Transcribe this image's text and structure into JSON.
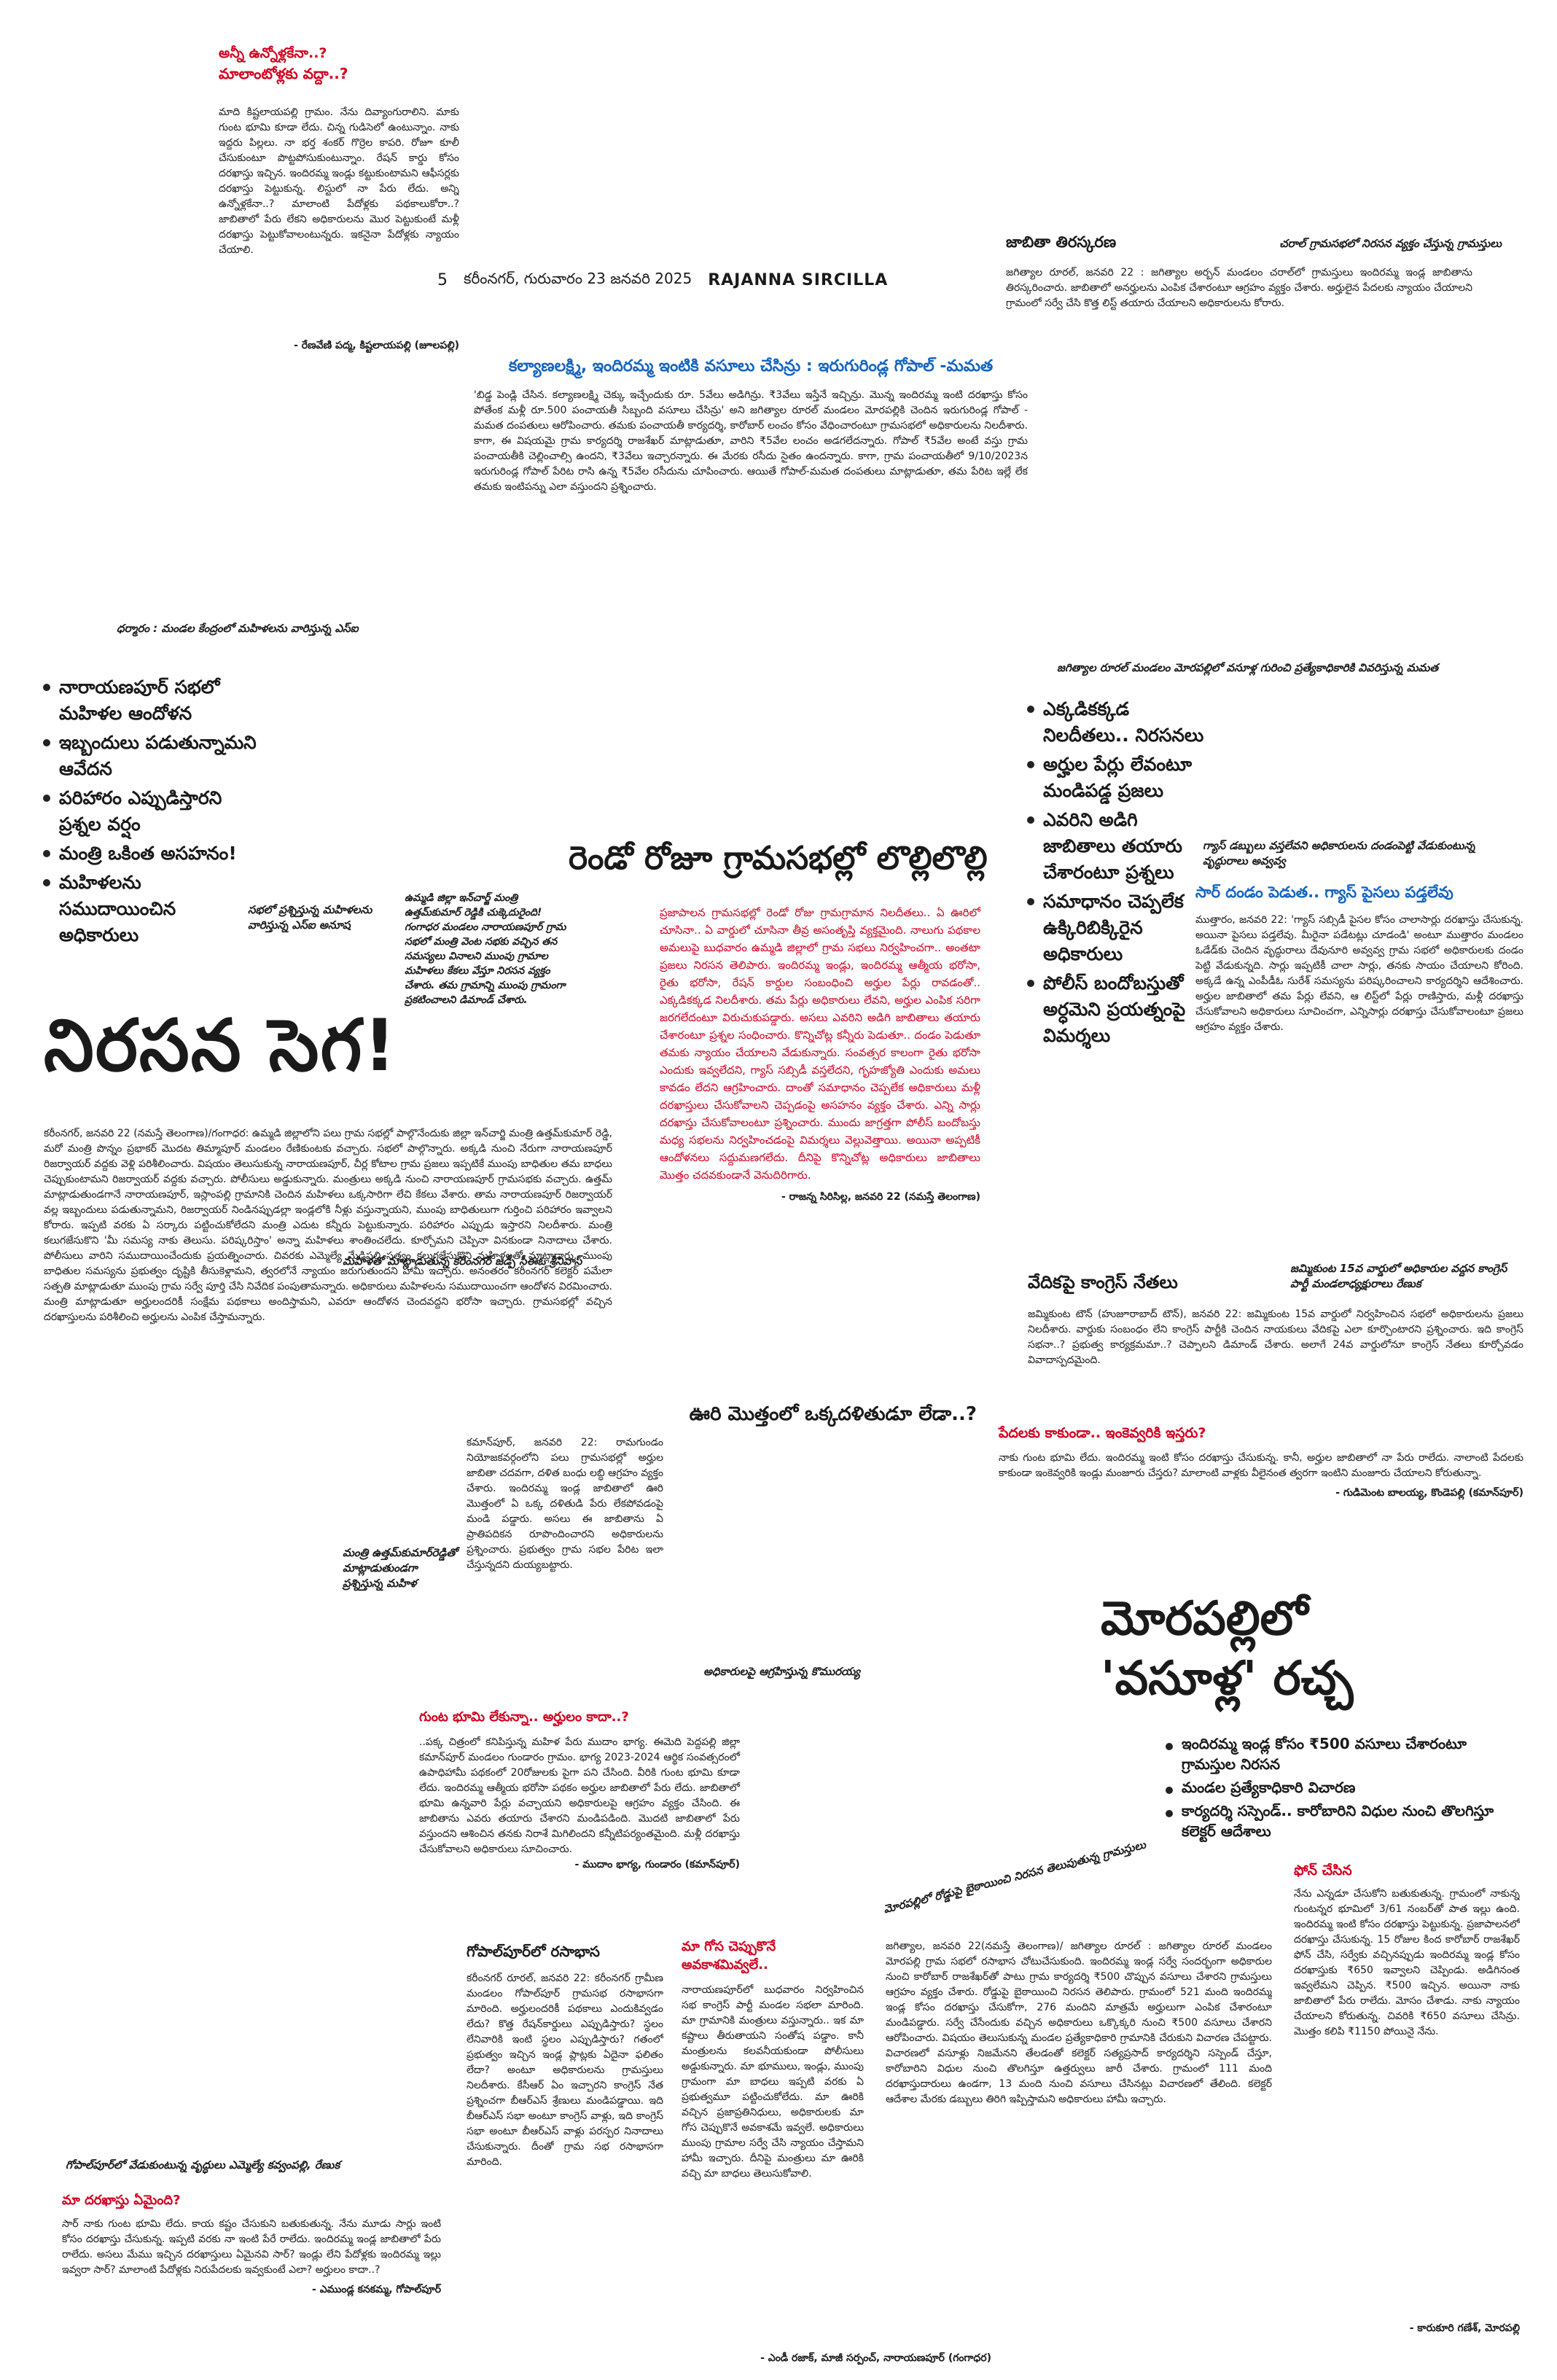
{
  "masthead": {
    "page_no": "5",
    "dateline": "కరీంనగర్, గురువారం 23 జనవరి 2025",
    "edition": "RAJANNA SIRCILLA"
  },
  "topleft": {
    "kicker": "అన్నీ ఉన్నోళ్లకేనా..?",
    "title": "మాలాంటోళ్లకు వద్దా..?",
    "body": "మాది కిష్టలాయపల్లి గ్రామం. నేను దివ్యాంగురాలిని. మాకు గుంట భూమి కూడా లేదు. చిన్న గుడిసెలో ఉంటున్నాం. నాకు ఇద్దరు పిల్లలు. నా భర్త శంకర్ గొర్రెల కాపరి. రోజూ కూలీ చేసుకుంటూ పొట్టపోసుకుంటున్నాం. రేషన్ కార్డు కోసం దరఖాస్తు ఇచ్చిన. ఇందిరమ్మ ఇండ్లు కట్టుకుంటామని ఆఫీసర్లకు దరఖాస్తు పెట్టుకున్న. లిస్టులో నా పేరు లేదు. అన్ని ఉన్నోళ్లకేనా..? మాలాంటి పేదోళ్లకు పథకాలుకోరా..? జాబితాలో పేరు లేకని అధికారులను మొర పెట్టుకుంటే మళ్లీ దరఖాస్తు పెట్టుకోవాలంటున్నరు. ఇకనైనా పేదోళ్లకు న్యాయం చేయాలి.",
    "byline": "- రేణవేణి పద్మ, కిష్టలాయపల్లి (జూలపల్లి)"
  },
  "topright": {
    "kicker": "జాబితా తిరస్కరణ",
    "caption": "చరాల్ గ్రామసభలో నిరసన వ్యక్తం చేస్తున్న గ్రామస్తులు",
    "body": "జగిత్యాల రూరల్, జనవరి 22 : జగిత్యాల అర్బన్ మండలం చరాల్‌లో గ్రామస్తులు ఇందిరమ్మ ఇండ్ల జాబితాను తిరస్కరించారు. జాబితాలో అనర్హులను ఎంపిక చేశారంటూ ఆగ్రహం వ్యక్తం చేశారు. అర్హులైన పేదలకు న్యాయం చేయాలని గ్రామంలో సర్వే చేసి కొత్త లిస్ట్ తయారు చేయాలని అధికారులను కోరారు."
  },
  "story_kalyan": {
    "headline": "కల్యాణలక్ష్మి, ఇందిరమ్మ ఇంటికి వసూలు చేసిన్రు : ఇరుగురిండ్ల గోపాల్ -మమత",
    "body": "'బిడ్డ పెండ్లి చేసిన. కల్యాణలక్ష్మి చెక్కు ఇచ్చేందుకు రూ. 5వేలు అడిగిన్రు. ₹3వేలు ఇస్తేనే ఇచ్చిన్రు. మొన్న ఇందిరమ్మ ఇంటి దరఖాస్తు కోసం పోతేంక మళ్లీ రూ.500 పంచాయతీ సిబ్బంది వసూలు చేసిన్రు' అని జగిత్యాల రూరల్ మండలం మోరపల్లికి చెందిన ఇరుగురిండ్ల గోపాల్ - మమత దంపతులు ఆరోపించారు. తమకు పంచాయతీ కార్యదర్శి, కారోబార్ లంచం కోసం వేధించారంటూ గ్రామసభలో అధికారులను నిలదీశారు. కాగా, ఈ విషయమై గ్రామ కార్యదర్శి రాజశేఖర్ మాట్లాడుతూ, వారిని ₹5వేల లంచం అడగలేదన్నారు. గోపాల్ ₹5వేల అంటే వస్తు గ్రామ పంచాయతీకి చెల్లించాల్సి ఉందని, ₹3వేలు ఇచ్చారన్నారు. ఈ మేరకు రసీదు సైతం ఉందన్నారు. కాగా, గ్రామ పంచాయతీలో 9/10/2023న ఇరుగురిండ్ల గోపాల్ పేరిట రాసి ఉన్న ₹5వేల రసీదును చూపించారు. ఆయితే గోపాల్-మమత దంపతులు మాట్లాడుతూ, తమ పేరిట ఇల్లే లేక తమకు ఇంటిపన్ను ఎలా వస్తుందని ప్రశ్నించారు."
  },
  "photo_captions": {
    "left_top": "ధర్మారం : మండల కేంద్రంలో మహిళలను వారిస్తున్న ఎస్ఐ",
    "right_top": "జగిత్యాల రూరల్ మండలం మోరపల్లిలో వసూళ్ల గురించి ప్రత్యేకాధికారికి వివరిస్తున్న మమత",
    "women_protest": "సభలో ప్రశ్నిస్తున్న మహిళలను వారిస్తున్న ఎస్ఐ అనూష",
    "minister_block": "ఉమ్మడి జిల్లా ఇన్‌చార్జ్ మంత్రి ఉత్తమ్‌కుమార్ రెడ్డికి చుక్కెదురైంది! గంగాధర మండలం నారాయణపూర్ గ్రామ సభలో మంత్రి వెంట సభకు వచ్చిన తన సమస్యలు వినాలని ముంపు గ్రామాల మహిళలు కేకలు వేస్తూ నిరసన వ్యక్తం చేశారు. తమ గ్రామాన్ని ముంపు గ్రామంగా ప్రకటించాలని డిమాండ్ చేశారు.",
    "speech": "మహిళతో మాట్లాడుతున్న కరీంనగర్ జడ్పీ సీఈఓ శ్రీనివాస్",
    "minister_women": "మంత్రి ఉత్తమ్‌కుమార్‌రెడ్డితో మాట్లాడుతుండగా ప్రశ్నిస్తున్న మహిళ",
    "officers": "అధికారులపై ఆగ్రహిస్తున్న కొమురయ్య",
    "staff_dispute": "గ్యాస్ డబ్బులు వస్తలేవని అధికారులను దండంపెట్టి వేడుకుంటున్న వృద్ధురాలు అవ్వవ్వ",
    "morapalli_photo": "మోరపల్లిలో రోడ్డుపై బైఠాయించి నిరసన తెలుపుతున్న గ్రామస్తులు",
    "gopalpur_photo": "గోపాల్‌పూర్‌లో వేడుకుంటున్న వృద్ధులు ఎమ్మెల్యే కవ్వంపల్లి, రేణుక",
    "congress_photo": "జమ్మికుంట 15వ వార్డులో అధికారుల వద్దన కాంగ్రెస్ పార్టీ మండలాధ్యక్షురాలు రేణుక"
  },
  "left_bullets": [
    "నారాయణపూర్ సభలో మహిళల ఆందోళన",
    "ఇబ్బందులు పడుతున్నామని ఆవేదన",
    "పరిహారం ఎప్పుడిస్తారని ప్రశ్నల వర్షం",
    "మంత్రి ఒకింత అసహనం!",
    "మహిళలను సముదాయించిన అధికారులు"
  ],
  "right_bullets": [
    "ఎక్కడికక్కడ నిలదీతలు.. నిరసనలు",
    "అర్హుల పేర్లు లేవంటూ మండిపడ్డ ప్రజలు",
    "ఎవరిని అడిగి జాబితాలు తయారు చేశారంటూ ప్రశ్నలు",
    "సమాధానం చెప్పలేక ఉక్కిరిబిక్కిరైన అధికారులు",
    "పోలీస్ బందోబస్తుతో అర్ధమెని ప్రయత్నంపై విమర్శలు"
  ],
  "main": {
    "banner": "రెండో రోజూ గ్రామసభల్లో లొల్లిలొల్లి",
    "big_title": "నిరసన సెగ!",
    "lead_red": "ప్రజాపాలన గ్రామసభల్లో రెండో రోజు గ్రామగ్రామాన నిలదీతలు.. ఏ ఊరిలో చూసినా.. ఏ వార్డులో చూసినా తీవ్ర అసంతృప్తి వ్యక్తమైంది. నాలుగు పథకాల అమలుపై బుధవారం ఉమ్మడి జిల్లాలో గ్రామ సభలు నిర్వహించగా.. అంతటా ప్రజలు నిరసన తెలిపారు. ఇందిరమ్మ ఇండ్లు, ఇందిరమ్మ ఆత్మీయ భరోసా, రైతు భరోసా, రేషన్ కార్డుల సంబంధించి అర్హుల పేర్లు రావడంతో.. ఎక్కడికక్కడ నిలదీశారు. తమ పేర్లు అధికారులు లేవని, అర్హుల ఎంపిక సరిగా జరగలేదంటూ విరుచుకుపడ్డారు. అసలు ఎవరిని అడిగి జాబితాలు తయారు చేశారంటూ ప్రశ్నల సంధించారు. కొన్నిచోట్ల కన్నీరు పెడుతూ.. దండం పెడుతూ తమకు న్యాయం చేయాలని వేడుకున్నారు. సంవత్సర కాలంగా రైతు భరోసా ఎందుకు ఇవ్వలేదని, గ్యాస్ సబ్సిడీ వస్తలేదని, గృహజ్యోతి ఎందుకు అమలు కావడం లేదని ఆగ్రహించారు. దాంతో సమాధానం చెప్పలేక అధికారులు మళ్లీ దరఖాస్తులు చేసుకోవాలని చెప్పడంపై అసహనం వ్యక్తం చేశారు. ఎన్ని సార్లు దరఖాస్తు చేసుకోవాలంటూ ప్రశ్నించారు. ముందు జాగ్రత్తగా పోలీస్ బందోబస్తు మధ్య సభలను నిర్వహించడంపై విమర్శలు వెల్లువెత్తాయి. అయినా అప్పటికీ ఆందోళనలు సద్దుమణగలేదు. దీనిపై కొన్నిచోట్ల అధికారులు జాబితాలు మొత్తం చదవకుండానే వెనుదిరిగారు.",
    "lead_byline": "- రాజన్న సిరిసిల్ల, జనవరి 22 (నమస్తే తెలంగాణ)",
    "body_left": "కరీంనగర్, జనవరి 22 (నమస్తే తెలంగాణ)/గంగాధర: ఉమ్మడి జిల్లాలోని పలు గ్రామ సభల్లో పాల్గొనేందుకు జిల్లా ఇన్‌చార్జి మంత్రి ఉత్తమ్‌కుమార్ రెడ్డి, మరో మంత్రి పొన్నం ప్రభాకర్ మొదట తిమ్మాపూర్ మండలం రేణికుంటకు వచ్చారు. సభలో పాల్గొన్నారు. అక్కడి నుంచి నేరుగా నారాయణపూర్ రిజర్వాయర్ వద్దకు వెళ్లి పరిశీలించారు. విషయం తెలుసుకున్న నారాయణపూర్, చీర్ల కోటాల గ్రామ ప్రజలు ఇప్పటికే ముంపు బాధితుల తమ బాధలు చెప్పుకుంటామని రిజర్వాయర్ వద్దకు వచ్చారు. పోలీసులు అడ్డుకున్నారు. మంత్రులు అక్కడి నుంచి నారాయణపూర్ గ్రామసభకు వచ్చారు. ఉత్తమ్ మాట్లాడుతుండగానే నారాయణపూర్, ఇస్లాంపల్లి గ్రామానికి చెందిన మహిళలు ఒక్కసారిగా లేచి కేకలు వేశారు. తామ నారాయణపూర్ రిజర్వాయర్ వల్ల ఇబ్బందులు పడుతున్నామని, రిజర్వాయర్ నిండినప్పుడల్లా ఇండ్లలోకి నీళ్లు వస్తున్నాయని, ముంపు బాధితులుగా గుర్తించి పరిహారం ఇవ్వాలని కోరారు. ఇప్పటి వరకు ఏ సర్కారు పట్టించుకోలేదని మంత్రి ఎదుట కన్నీరు పెట్టుకున్నారు. పరిహారం ఎప్పుడు ఇస్తారని నిలదీశారు. మంత్రి కలుగజేసుకొని 'మీ సమస్య నాకు తెలుసు. పరిష్కరిస్తాం' అన్నా మహిళలు శాంతించలేదు. కూర్చోమని చెప్పినా వినకుండా నినాదాలు చేశారు. పోలీసులు వారిని సముదాయించేందుకు ప్రయత్నించారు. చివరకు ఎమ్మెల్యే మేడిపల్లి సత్యం కలుగజేసుకొని మహిళలతో మాట్లాడారు. ముంపు బాధితుల సమస్యను ప్రభుత్వం దృష్టికి తీసుకెళ్లామని, త్వరలోనే న్యాయం జరుగుతుందని హామీ ఇచ్చారు. అనంతరం కరీంనగర్ కలెక్టర్ పమేలా సత్పతి మాట్లాడుతూ ముంపు గ్రామ సర్వే పూర్తి చేసి నివేదిక పంపుతామన్నారు. అధికారులు మహిళలను సముదాయించగా ఆందోళన విరమించారు. మంత్రి మాట్లాడుతూ అర్హులందరికీ సంక్షేమ పథకాలు అందిస్తామని, ఎవరూ ఆందోళన చెందవద్దని భరోసా ఇచ్చారు. గ్రామసభల్లో వచ్చిన దరఖాస్తులను పరిశీలించి అర్హులను ఎంపిక చేస్తామన్నారు.",
    "shadow_heading": "ఊరి మొత్తంలో ఒక్కదళితుడూ లేడా..?",
    "shadow_body": "కమాన్‌పూర్, జనవరి 22: రామగుండం నియోజకవర్గంలోని పలు గ్రామసభల్లో అర్హుల జాబితా చదవగా, దళిత బంధు లబ్ధి ఆగ్రహం వ్యక్తం చేశారు. ఇందిరమ్మ ఇండ్ల జాబితాలో ఊరి మొత్తంలో ఏ ఒక్క దళితుడి పేరు లేకపోవడంపై మండి పడ్డారు. అసలు ఈ జాబితాను ఏ ప్రాతిపదికన రూపొందించారని అధికారులను ప్రశ్నించారు. ప్రభుత్వం గ్రామ సభల పేరిట ఇలా చేస్తున్నదని దుయ్యబట్టారు."
  },
  "gas": {
    "title": "సార్ దండం పెడుత.. గ్యాస్ పైసలు పడ్తలేవు",
    "body": "ముత్తారం, జనవరి 22: 'గ్యాస్ సబ్సిడీ పైసల కోసం చాలాసార్లు దరఖాస్తు చేసుకున్న. అయినా పైసలు పడ్తలేవు. మీరైనా పడేటట్లు చూడండి' అంటూ ముత్తారం మండలం ఓడేడ్‌కు చెందిన వృద్ధురాలు దేవునూరి అవ్వవ్వ గ్రామ సభలో అధికారులకు దండం పెట్టి వేడుకున్నది. సార్లు ఇప్పటికీ చాలా సార్లు, తనకు సాయం చేయాలని కోరింది. అక్కడే ఉన్న ఎంపీడీఓ సురేశ్ సమస్యను పరిష్కరించాలని కార్యదర్శిని ఆదేశించారు. అర్హుల జాబితాలో తమ పేర్లు లేవని, ఆ లిస్ట్‌లో పేర్లు రాణిస్తారు, మళ్లీ దరఖాస్తు చేసుకోవాలని అధికారులు సూచించగా, ఎన్నిసార్లు దరఖాస్తు చేసుకోవాలంటూ ప్రజలు ఆగ్రహం వ్యక్తం చేశారు."
  },
  "congress": {
    "title": "వేదికపై కాంగ్రెస్ నేతలు",
    "body": "జమ్మికుంట టౌన్ (హుజూరాబాద్ టౌన్), జనవరి 22: జమ్మికుంట 15వ వార్డులో నిర్వహించిన సభలో అధికారులను ప్రజలు నిలదీశారు. వార్డుకు సంబంధం లేని కాంగ్రెస్ పార్టీకి చెందిన నాయకులు వేదికపై ఎలా కూర్చొంటారని ప్రశ్నించారు. ఇది కాంగ్రెస్ సభనా..? ప్రభుత్వ కార్యక్రమమా..? చెప్పాలని డిమాండ్ చేశారు. అలాగే 24వ వార్డులోనూ కాంగ్రెస్ నేతలు కూర్చోవడం వివాదాస్పదమైంది."
  },
  "poor": {
    "title": "పేదలకు కాకుండా.. ఇంకెవ్వరికి ఇస్తరు?",
    "body": "నాకు గుంట భూమి లేదు. ఇందిరమ్మ ఇంటి కోసం దరఖాస్తు చేసుకున్న. కానీ, అర్హుల జాబితాలో నా పేరు రాలేదు. నాలాంటి పేదలకు కాకుండా ఇంకెవ్వరికి ఇండ్లు మంజూరు చేస్తరు? మాలాంటి వాళ్లకు వీలైనంత త్వరగా ఇంటిని మంజూరు చేయాలని కోరుతున్నా.",
    "byline": "- గుడిమెంట బాలయ్య, కొండెపల్లి (కమాన్‌పూర్)"
  },
  "morapalli": {
    "title1": "మోరపల్లిలో",
    "title2": "'వసూళ్ల' రచ్చ",
    "bullets": [
      "ఇందిరమ్మ ఇండ్ల కోసం ₹500 వసూలు చేశారంటూ గ్రామస్తుల నిరసన",
      "మండల ప్రత్యేకాధికారి విచారణ",
      "కార్యదర్శి సస్పెండ్.. కారోబారిని విధుల నుంచి తొలగిస్తూ కలెక్టర్ ఆదేశాలు"
    ],
    "body": "జగిత్యాల, జనవరి 22(నమస్తే తెలంగాణ)/ జగిత్యాల రూరల్ : జగిత్యాల రూరల్ మండలం మోరపల్లి గ్రామ సభలో రసాభాస చోటుచేసుకుంది. ఇందిరమ్మ ఇండ్ల సర్వే సందర్భంగా అధికారుల నుంచి కారోబార్ రాజశేఖర్‌తో పాటు గ్రామ కార్యదర్శి ₹500 చొప్పున వసూలు చేశారని గ్రామస్తులు ఆగ్రహం వ్యక్తం చేశారు. రోడ్డుపై బైఠాయించి నిరసన తెలిపారు. గ్రామంలో 521 మంది ఇందిరమ్మ ఇండ్ల కోసం దరఖాస్తు చేసుకోగా, 276 మందిని మాత్రమే అర్హులుగా ఎంపిక చేశారంటూ మండిపడ్డారు. సర్వే చేసేందుకు వచ్చిన అధికారులు ఒక్కొక్కరి నుంచి ₹500 వసూలు చేశారని ఆరోపించారు. విషయం తెలుసుకున్న మండల ప్రత్యేకాధికారి గ్రామానికి చేరుకుని విచారణ చేపట్టారు. విచారణలో వసూళ్లు నిజమేనని తేలడంతో కలెక్టర్ సత్యప్రసాద్ కార్యదర్శిని సస్పెండ్ చేస్తూ, కారోబారిని విధుల నుంచి తొలగిస్తూ ఉత్తర్వులు జారీ చేశారు. గ్రామంలో 111 మంది దరఖాస్తుదారులు ఉండగా, 13 మంది నుంచి వసూలు చేసినట్లు విచారణలో తేలింది. కలెక్టర్ ఆదేశాల మేరకు డబ్బులు తిరిగి ఇప్పిస్తామని అధికారులు హామీ ఇచ్చారు.",
    "byline": "- కారుకూరి గణేశ్, మోరపల్లి"
  },
  "phone": {
    "title": "ఫోన్ చేసిన",
    "body": "నేను ఎన్నడూ చేసుకోని బతుకుతున్న. గ్రామంలో నాకున్న గుంటన్నర భూమిలో 3/61 నంబర్‌తో పాత ఇల్లు ఉంది. ఇందిరమ్మ ఇంటి కోసం దరఖాస్తు పెట్టుకున్న. ప్రజాపాలనలో దరఖాస్తు చేసుకున్న. 15 రోజుల కింద కారోబార్ రాజశేఖర్ ఫోన్ చేసి, సర్వేకు వచ్చినప్పుడు ఇందిరమ్మ ఇండ్ల కోసం దరఖాస్తుకు ₹650 ఇవ్వాలని చెప్పిండు. అడిగినంత ఇవ్వలేమని చెప్పిన. ₹500 ఇచ్చిన. అయినా నాకు జాబితాలో పేరు రాలేదు. మోసం చేశాడు. నాకు న్యాయం చేయాలని కోరుతున్న. చివరికి ₹650 వసూలు చేసిన్రు. మొత్తం కలిపి ₹1150 పోయినై నేను.",
    "byline": "- కారుకూరి గణేశ్, మోరపల్లి"
  },
  "guntha": {
    "title": "గుంట భూమి లేకున్నా.. అర్హులం కాదా..?",
    "body": "..పక్క చిత్రంలో కనిపిస్తున్న మహిళ పేరు ముదాం భాగ్య. ఈమెది పెద్దపల్లి జిల్లా కమాన్‌పూర్ మండలం గుండారం గ్రామం. భాగ్య 2023-2024 ఆర్థిక సంవత్సరంలో ఉపాధిహామీ పథకంలో 20రోజులకు పైగా పని చేసింది. వీరికి గుంట భూమి కూడా లేదు. ఇందిరమ్మ ఆత్మీయ భరోసా పథకం అర్హుల జాబితాలో పేరు లేదు. జాబితాలో భూమి ఉన్నవారి పేర్లు వచ్చాయని అధికారులపై ఆగ్రహం వ్యక్తం చేసింది. ఈ జాబితాను ఎవరు తయారు చేశారని మండిపడింది. మొదటి జాబితాలో పేరు వస్తుందని ఆశించిన తనకు నిరాశే మిగిలిందని కన్నీటిపర్యంతమైంది. మళ్లీ దరఖాస్తు చేసుకోవాలని అధికారులు సూచించారు.",
    "byline": "- ముదాం భాగ్య, గుండారం (కమాన్‌పూర్)"
  },
  "gopalpur": {
    "title": "గోపాల్‌పూర్‌లో రసాభాస",
    "body": "కరీంనగర్ రూరల్, జనవరి 22: కరీంనగర్ గ్రామీణ మండలం గోపాల్‌పూర్ గ్రామసభ రసాభాసగా మారింది. అర్హులందరికీ పథకాలు ఎందుకివ్వడం లేదు? కొత్త రేషన్‌కార్డులు ఎప్పుడిస్తారు? స్థలం లేనివారికి ఇంటి స్థలం ఎప్పుడిస్తారు? గతంలో ప్రభుత్వం ఇచ్చిన ఇండ్ల ప్లాట్లకు ఏదైనా ఫలితం లేదా? అంటూ అధికారులను గ్రామస్తులు నిలదీశారు. కేసీఆర్ ఏం ఇచ్చారని కాంగ్రెస్ నేత ప్రశ్నించగా బీఆర్ఎస్ శ్రేణులు మండిపడ్డాయి. ఇది బీఆర్ఎస్ సభా అంటూ కాంగ్రెస్ వాళ్లు, ఇది కాంగ్రెస్ సభా అంటూ బీఆర్ఎస్ వాళ్లు పరస్పర నినాదాలు చేసుకున్నారు. దీంతో గ్రామ సభ రసాభాసగా మారింది.",
    "byline": ""
  },
  "deceive": {
    "title": "మా గోస చెప్పుకొనే అవకాశమివ్వలే..",
    "body": "నారాయణపూర్‌లో బుధవారం నిర్వహించిన సభ కాంగ్రెస్ పార్టీ మండల సభలా మారింది. మా గ్రామానికి మంత్రులు వస్తున్నారు.. ఇక మా కష్టాలు తీరుతాయని సంతోష పడ్డాం. కానీ మంత్రులను కలవనీయకుండా పోలీసులు అడ్డుకున్నారు. మా భూములు, ఇండ్లు, ముంపు గ్రామంగా మా బాధలు ఇప్పటి వరకు ఏ ప్రభుత్వమూ పట్టించుకోలేదు. మా ఊరికి వచ్చిన ప్రజాప్రతినిధులు, అధికారులకు మా గోస చెప్పుకొనే అవకాశమే ఇవ్వలే. అధికారులు ముంపు గ్రామాల సర్వే చేసి న్యాయం చేస్తామని హామీ ఇచ్చారు. దీనిపై మంత్రులు మా ఊరికి వచ్చి మా బాధలు తెలుసుకోవాలి.",
    "byline": "- ఎండీ రజాక్, మాజీ సర్పంచ్, నారాయణపూర్ (గంగాధర)"
  },
  "application": {
    "title": "మా దరఖాస్తు ఏమైంది?",
    "body": "సార్ నాకు గుంట భూమి లేదు. కాయ కష్టం చేసుకుని బతుకుతున్న. నేను మూడు సార్లు ఇంటి కోసం దరఖాస్తు చేసుకున్న. ఇప్పటి వరకు నా ఇంటి పేరే రాలేదు. ఇందిరమ్మ ఇండ్ల జాబితాలో పేరు రాలేదు. అసలు మేము ఇచ్చిన దరఖాస్తులు ఏమైనవి సార్? ఇండ్లు లేని పేదోళ్లకు ఇందిరమ్మ ఇల్లు ఇవ్వరా సార్? మాలాంటి పేదోళ్లకు నిరుపేదలకు ఇవ్వకుంటే ఎలా? అర్హులం కాదా..?",
    "byline": "- ఎముండ్ల కనకమ్మ, గోపాల్‌పూర్"
  }
}
